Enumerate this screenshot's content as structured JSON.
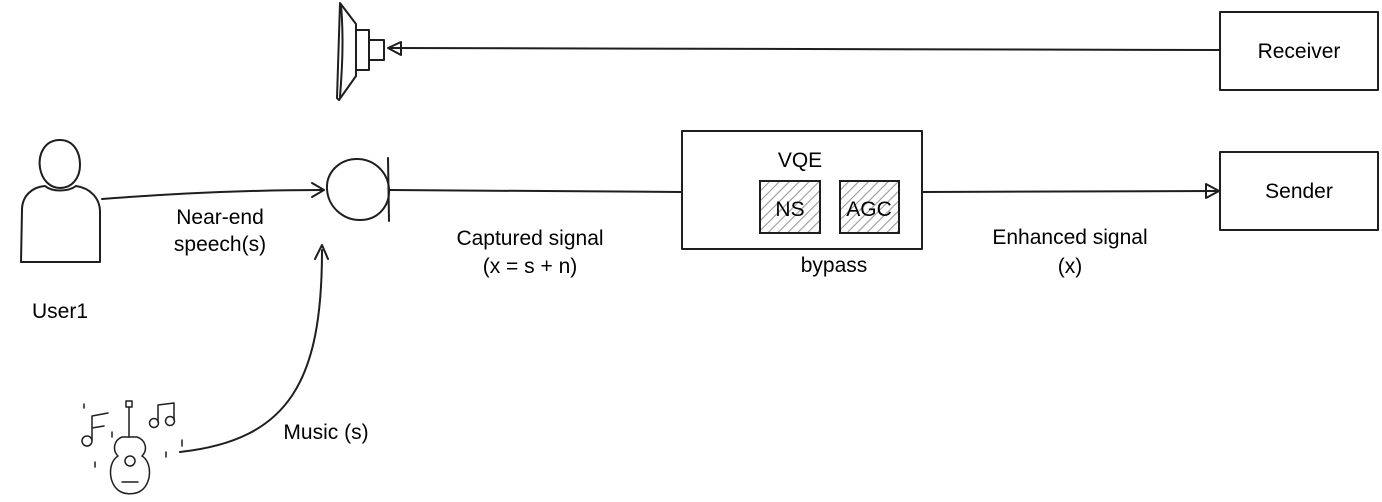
{
  "nodes": {
    "receiver": "Receiver",
    "sender": "Sender",
    "vqe": "VQE",
    "ns": "NS",
    "agc": "AGC",
    "bypass": "bypass",
    "user": "User1"
  },
  "edges": {
    "near_end_line1": "Near-end",
    "near_end_line2": "speech(s)",
    "captured_line1": "Captured signal",
    "captured_line2": "(x = s + n)",
    "enhanced_line1": "Enhanced signal",
    "enhanced_line2": "(x)",
    "music": "Music (s)"
  },
  "icons": {
    "speaker": "speaker-icon",
    "microphone": "microphone-icon",
    "user": "user-icon",
    "music": "guitar-music-icon"
  }
}
